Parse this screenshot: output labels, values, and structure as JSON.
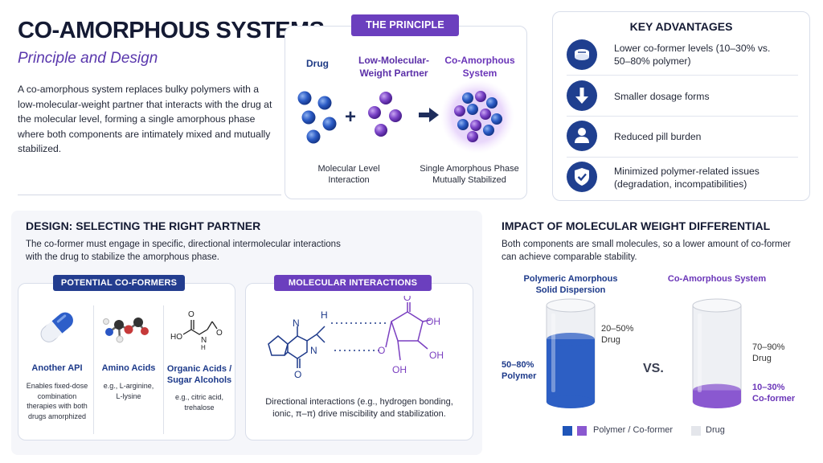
{
  "header": {
    "title": "CO-AMORPHOUS SYSTEMS",
    "subtitle": "Principle and Design",
    "intro": "A co-amorphous system replaces bulky polymers with a low-molecular-weight partner that interacts with the drug at the molecular level, forming a single amorphous phase where both components are intimately mixed and mutually stabilized."
  },
  "principle": {
    "badge": "THE PRINCIPLE",
    "drug_label": "Drug",
    "partner_label": "Low-Molecular-Weight Partner",
    "result_label": "Co-Amorphous System",
    "plus": "+",
    "caption_left": "Molecular Level Interaction",
    "caption_right": "Single Amorphous Phase Mutually Stabilized"
  },
  "advantages": {
    "heading": "KEY ADVANTAGES",
    "items": [
      {
        "icon": "tablet-icon",
        "text": "Lower co-former levels (10–30% vs. 50–80% polymer)"
      },
      {
        "icon": "arrow-down-icon",
        "text": "Smaller dosage forms"
      },
      {
        "icon": "person-icon",
        "text": "Reduced pill burden"
      },
      {
        "icon": "shield-check-icon",
        "text": "Minimized polymer-related issues (degradation, incompatibilities)"
      }
    ]
  },
  "design": {
    "heading": "DESIGN: SELECTING THE RIGHT PARTNER",
    "description": "The co-former must engage in specific, directional intermolecular interactions with the drug to stabilize the amorphous phase.",
    "coformers": {
      "badge": "POTENTIAL CO-FORMERS",
      "items": [
        {
          "title": "Another API",
          "desc": "Enables fixed-dose combination therapies with both drugs amorphized"
        },
        {
          "title": "Amino Acids",
          "desc": "e.g., L-arginine, L-lysine"
        },
        {
          "title": "Organic Acids / Sugar Alcohols",
          "desc": "e.g., citric acid, trehalose"
        }
      ]
    },
    "interactions": {
      "badge": "MOLECULAR INTERACTIONS",
      "caption": "Directional interactions (e.g., hydrogen bonding, ionic, π–π) drive miscibility and stabilization."
    }
  },
  "impact": {
    "heading": "IMPACT OF MOLECULAR WEIGHT DIFFERENTIAL",
    "description": "Both components are small molecules, so a lower amount of co-former can achieve comparable stability.",
    "vs": "VS.",
    "cylinders": [
      {
        "title": "Polymeric Amorphous Solid Dispersion",
        "fill_fraction": 0.65,
        "fill_color": "#2d5fc4",
        "bottom_label": "50–80% Polymer",
        "top_label": "20–50% Drug"
      },
      {
        "title": "Co-Amorphous System",
        "fill_fraction": 0.12,
        "fill_color": "#8a58d0",
        "bottom_label": "10–30% Co-former",
        "top_label": "70–90% Drug"
      }
    ],
    "legend": [
      {
        "label": "Polymer / Co-former",
        "colors": [
          "#1f55b8",
          "#8a58d0"
        ]
      },
      {
        "label": "Drug",
        "colors": [
          "#e4e6eb"
        ]
      }
    ]
  },
  "molecule_labels": {
    "o_top": "O",
    "o_bottom": "O",
    "oh": "OH",
    "n": "N",
    "h": "H",
    "ho": "HO"
  },
  "colors": {
    "navy": "#1e2d5c",
    "blue": "#2450a8",
    "purple": "#6a3fb5",
    "drug_blue": "#2b5cc8",
    "partner_purple": "#7c45c8"
  }
}
